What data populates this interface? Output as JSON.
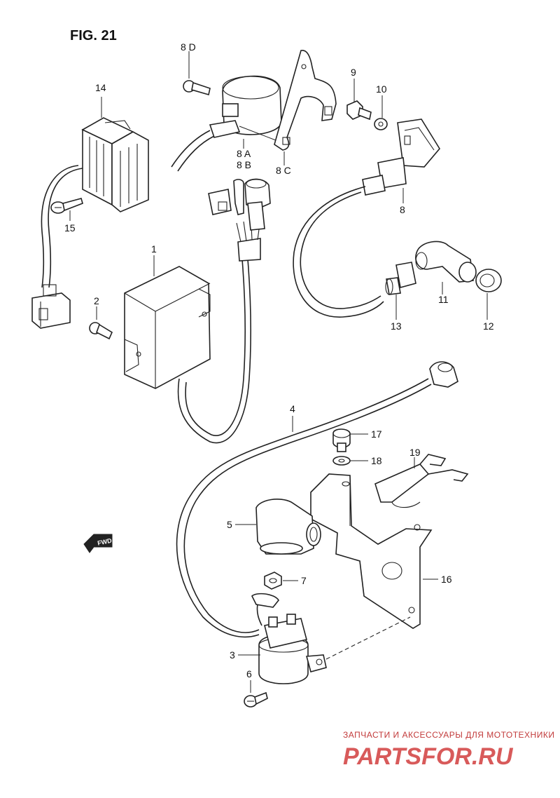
{
  "figure": {
    "title": "FIG. 21"
  },
  "callouts": {
    "p1": "1",
    "p2": "2",
    "p3": "3",
    "p4": "4",
    "p5": "5",
    "p6": "6",
    "p7": "7",
    "p8": "8",
    "p8a": "8 A",
    "p8b": "8 B",
    "p8c": "8 C",
    "p8d": "8 D",
    "p9": "9",
    "p10": "10",
    "p11": "11",
    "p12": "12",
    "p13": "13",
    "p14": "14",
    "p15": "15",
    "p16": "16",
    "p17": "17",
    "p18": "18",
    "p19": "19"
  },
  "direction_marker": {
    "label": "FWD",
    "icon": "arrow-left-icon"
  },
  "watermark": {
    "tagline": "ЗАПЧАСТИ И АКСЕССУАРЫ ДЛЯ МОТОТЕХНИКИ",
    "brand": "PARTSFOR.RU",
    "color": "#d85a5a"
  }
}
